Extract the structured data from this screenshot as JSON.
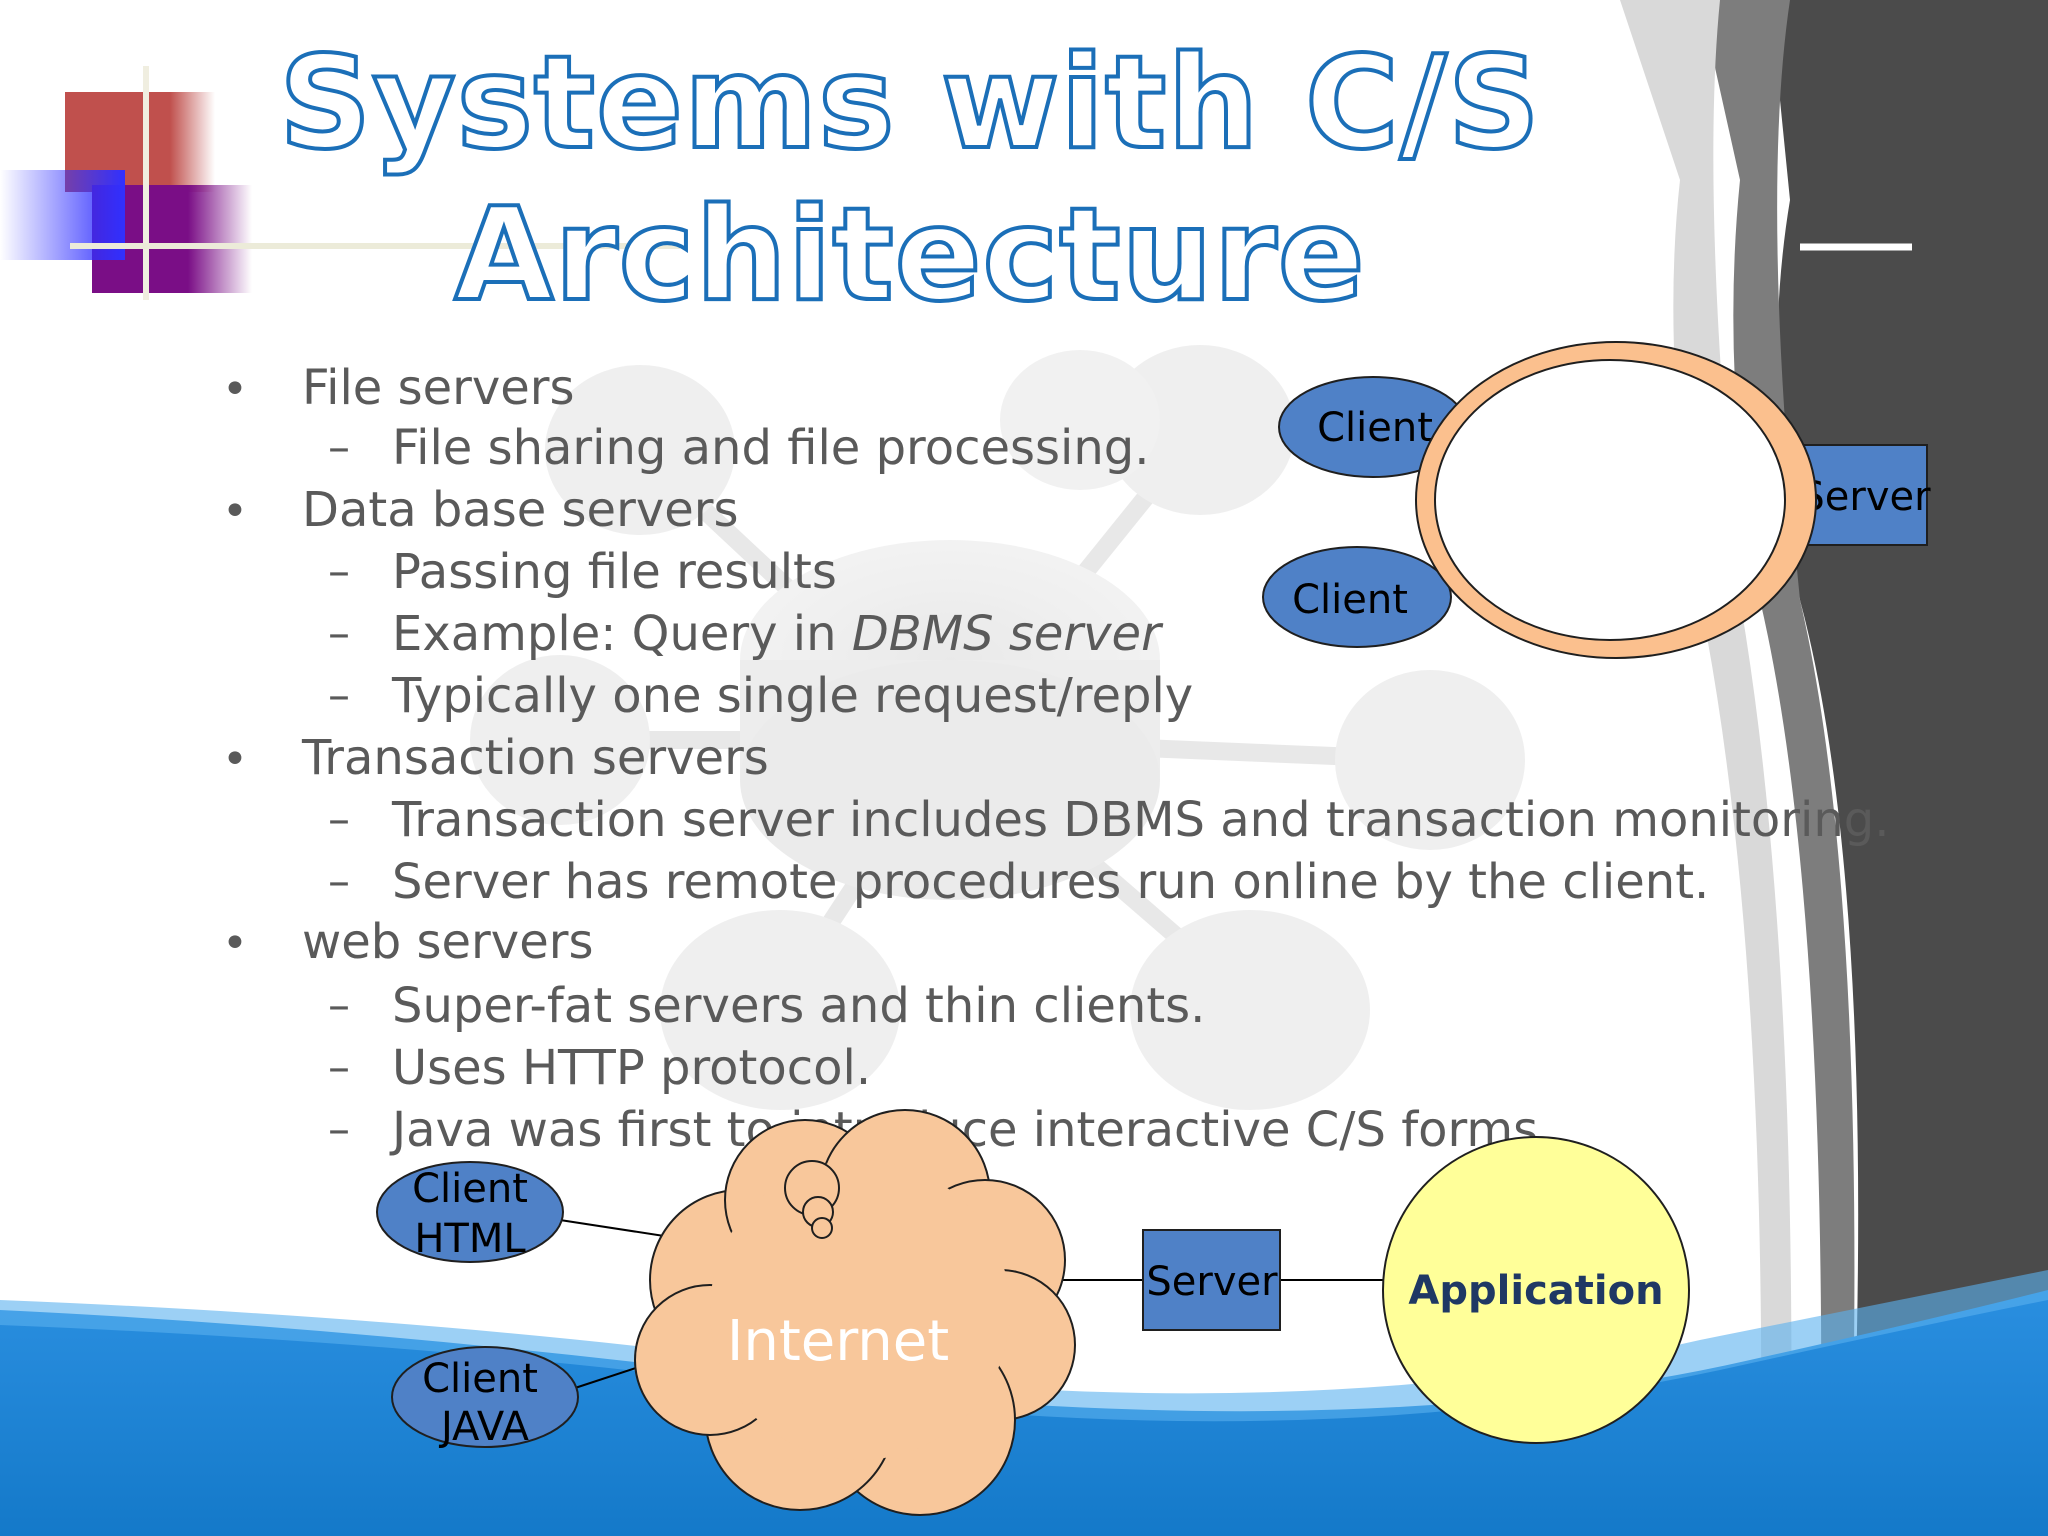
{
  "title": {
    "line1": "Systems with C/S",
    "line2": "Architecture"
  },
  "bullets": [
    {
      "text": "File servers",
      "subs": [
        {
          "text": "File sharing and file processing."
        }
      ]
    },
    {
      "text": "Data base servers",
      "subs": [
        {
          "text": "Passing file results"
        },
        {
          "text": "Example: Query in ",
          "italic": "DBMS server"
        },
        {
          "text": "Typically one single request/reply"
        }
      ]
    },
    {
      "text": "Transaction servers",
      "subs": [
        {
          "text": "Transaction server includes DBMS and transaction monitoring."
        },
        {
          "text": "Server has remote procedures run online by the client."
        }
      ]
    },
    {
      "text": "web servers",
      "subs": [
        {
          "text": " Super-fat servers and thin clients."
        },
        {
          "text": "Uses HTTP protocol."
        },
        {
          "text": "Java was first to introduce interactive C/S forms."
        }
      ]
    }
  ],
  "markers": {
    "bullet": "•",
    "dash": "–"
  },
  "diagram_top": {
    "client_1": "Client",
    "client_2": "Client",
    "server": "Server"
  },
  "diagram_bottom": {
    "client_html_1": "Client",
    "client_html_2": "HTML",
    "client_java_1": "Client",
    "client_java_2": "JAVA",
    "internet": "Internet",
    "server": "Server",
    "application": "Application"
  },
  "colors": {
    "title_outline": "#1b6fb8",
    "body_text": "#5a5a5a",
    "node_fill": "#4f81c7",
    "cloud_fill": "#f8c79b",
    "ring_fill": "#fbc08e",
    "application_fill": "#ffff99",
    "wave_blue": "#1e86d4"
  }
}
